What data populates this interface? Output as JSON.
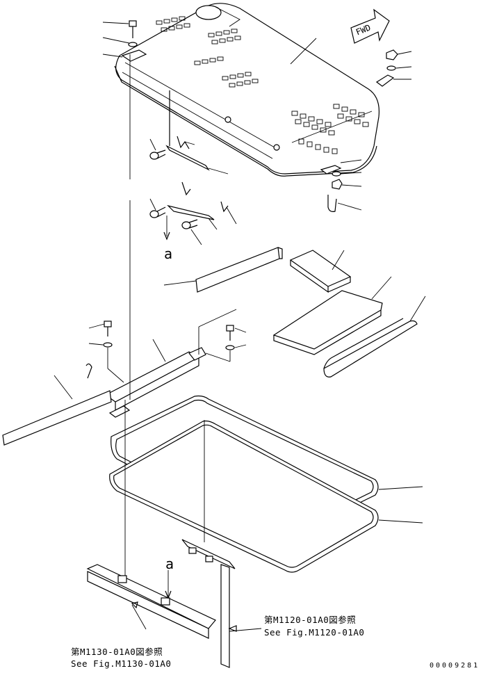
{
  "fwd_label": "FWD",
  "callouts": {
    "a_upper": "a",
    "a_lower": "a"
  },
  "refs": {
    "right": {
      "jp": "第M1120-01A0図参照",
      "en": "See Fig.M1120-01A0"
    },
    "left": {
      "jp": "第M1130-01A0図参照",
      "en": "See Fig.M1130-01A0"
    }
  },
  "page_id": "00009281"
}
